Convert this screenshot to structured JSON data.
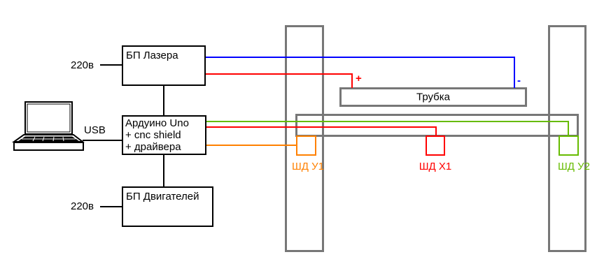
{
  "colors": {
    "block_stroke": "#000000",
    "frame_stroke": "#777777",
    "laser_negative": "#0000ff",
    "laser_positive": "#ff0000",
    "motor_y2": "#66bb00",
    "motor_x1": "#ff0000",
    "motor_y1": "#ff8000"
  },
  "blocks": {
    "laser_psu": {
      "label": "БП Лазера"
    },
    "arduino": {
      "lines": [
        "Ардуино Uno",
        "+ cnc shield",
        "+ драйвера"
      ]
    },
    "motor_psu": {
      "label": "БП Двигателей"
    },
    "tube": {
      "label": "Трубка"
    }
  },
  "labels": {
    "mains_laser": "220в",
    "mains_motor": "220в",
    "usb": "USB",
    "tube_plus": "+",
    "tube_minus": "-"
  },
  "motors": {
    "y1": {
      "label": "ШД У1"
    },
    "x1": {
      "label": "ШД X1"
    },
    "y2": {
      "label": "ШД У2"
    }
  },
  "icons": {
    "computer": "laptop-icon"
  }
}
